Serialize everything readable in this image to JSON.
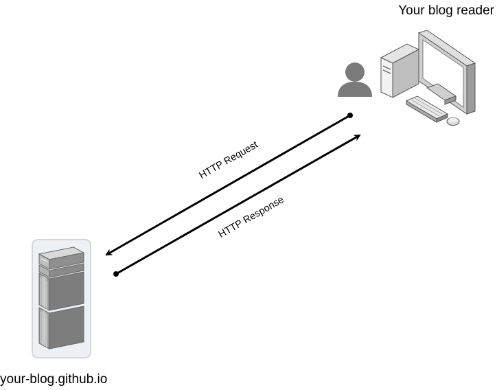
{
  "nodes": {
    "reader": {
      "label": "Your blog reader",
      "icons": [
        "user-icon",
        "desktop-computer-icon"
      ]
    },
    "server": {
      "label": "your-blog.github.io",
      "icons": [
        "server-rack-icon"
      ]
    }
  },
  "edges": [
    {
      "label": "HTTP Request",
      "from": "reader",
      "to": "server"
    },
    {
      "label": "HTTP Response",
      "from": "server",
      "to": "reader"
    }
  ],
  "colors": {
    "arrow": "#000000",
    "icon_gray": "#7a7a7a",
    "icon_light": "#e6e6e6",
    "server_frame": "#d8dde2"
  }
}
